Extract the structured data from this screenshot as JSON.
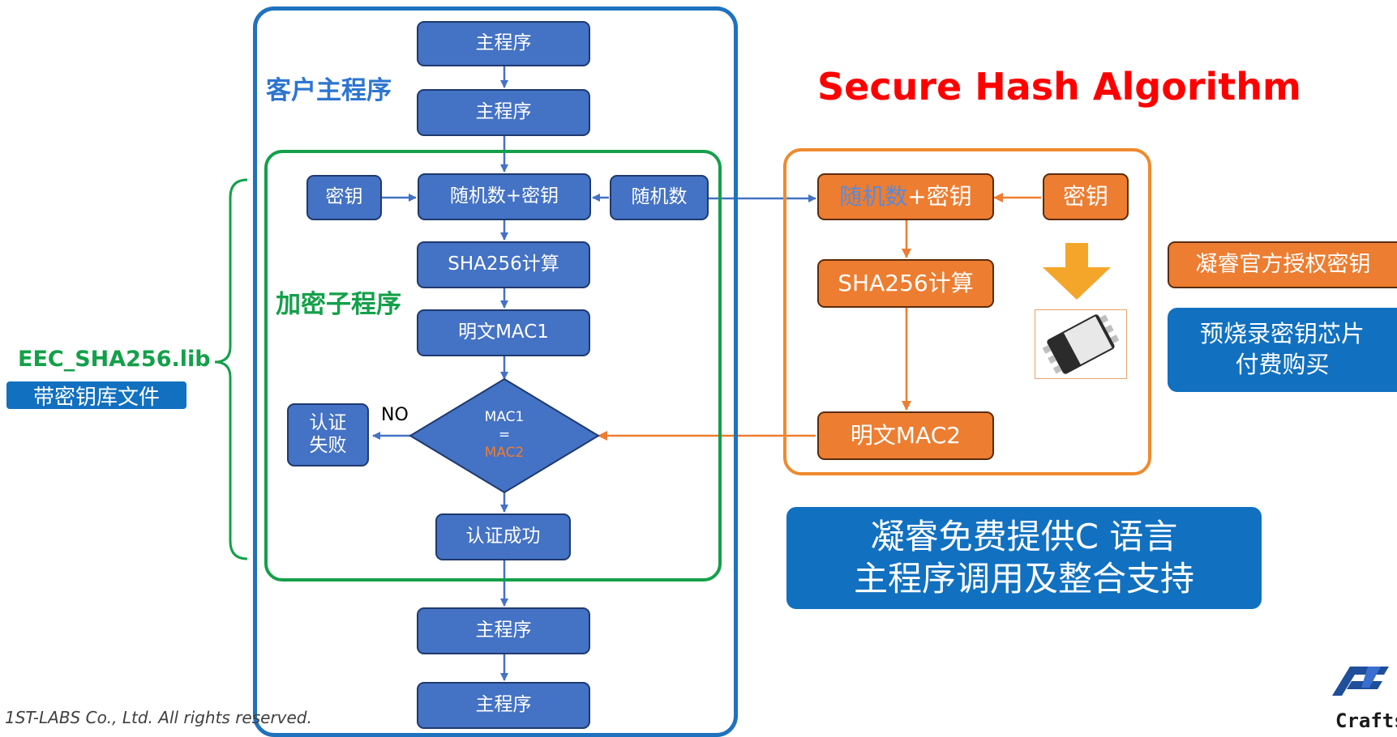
{
  "title": "Secure Hash Algorithm",
  "labels": {
    "customer_main": "客户主程序",
    "encrypt_sub": "加密子程序",
    "lib_name": "EEC_SHA256.lib",
    "lib_desc": "带密钥库文件",
    "no": "NO"
  },
  "left": {
    "main1": "主程序",
    "main2": "主程序",
    "key": "密钥",
    "rand_key": "随机数+密钥",
    "rand": "随机数",
    "sha": "SHA256计算",
    "mac1": "明文MAC1",
    "decision_line1": "MAC1",
    "decision_line2": "=",
    "decision_line3": "MAC2",
    "fail": "认证\n失败",
    "success": "认证成功",
    "main3": "主程序",
    "main4": "主程序"
  },
  "right": {
    "rand_part": "随机数",
    "plus_key_part": "+密钥",
    "key": "密钥",
    "sha": "SHA256计算",
    "mac2": "明文MAC2"
  },
  "side": {
    "auth_key": "凝睿官方授权密钥",
    "chip": "预烧录密钥芯片\n付费购买",
    "support": "凝睿免费提供C 语言\n主程序调用及整合支持"
  },
  "footer": {
    "copyright": "1ST-LABS Co., Ltd. All rights reserved.",
    "logo_text": "Craftsr"
  },
  "colors": {
    "blue_box": "#4472c4",
    "orange_box": "#ed7d31",
    "frame_blue": "#1f72be",
    "frame_green": "#14a04a",
    "frame_orange": "#ef8a2e",
    "title_red": "#ff0000",
    "mac2_orange": "#ed7d31"
  },
  "icons": [
    "down-arrow-icon",
    "chip-icon",
    "company-logo-icon"
  ]
}
